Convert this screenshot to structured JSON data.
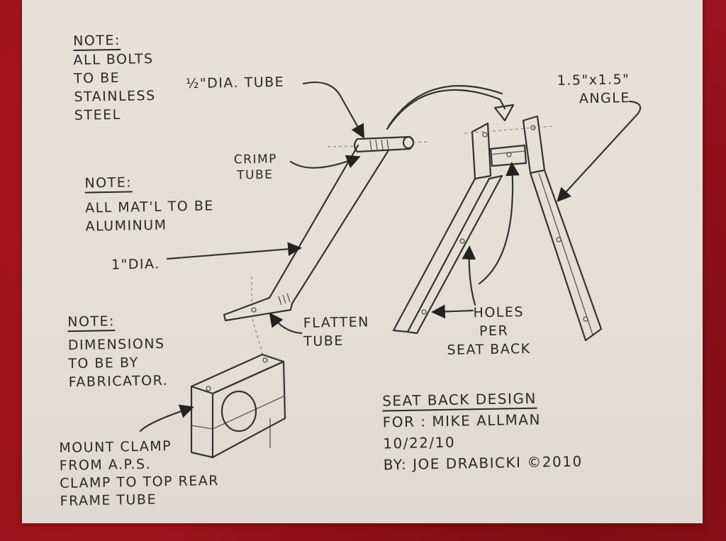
{
  "notes": {
    "bolts": {
      "head": "NOTE:",
      "lines": [
        "ALL BOLTS",
        "TO BE",
        "STAINLESS",
        "STEEL"
      ]
    },
    "material": {
      "head": "NOTE:",
      "lines": [
        "ALL MAT'L TO BE",
        "ALUMINUM"
      ]
    },
    "dimensions": {
      "head": "NOTE:",
      "lines": [
        "DIMENSIONS",
        "TO BE BY",
        "FABRICATOR."
      ]
    }
  },
  "labels": {
    "half_tube": "½\"DIA. TUBE",
    "crimp": [
      "CRIMP",
      "TUBE"
    ],
    "one_dia": "1\"DIA.",
    "flatten": [
      "FLATTEN",
      "TUBE"
    ],
    "angle": [
      "1.5\"x1.5\"",
      "ANGLE"
    ],
    "holes": [
      "HOLES",
      "PER",
      "SEAT BACK"
    ],
    "clamp": [
      "MOUNT CLAMP",
      "FROM A.P.S.",
      "CLAMP TO TOP REAR",
      "FRAME TUBE"
    ]
  },
  "title_block": {
    "title": "SEAT BACK DESIGN",
    "for": "FOR : MIKE ALLMAN",
    "date": "10/22/10",
    "by": "BY: JOE DRABICKI ©2010"
  },
  "colors": {
    "ink": "#2a2a2a",
    "paper": "#e4e0d8",
    "felt": "#9a121b"
  }
}
